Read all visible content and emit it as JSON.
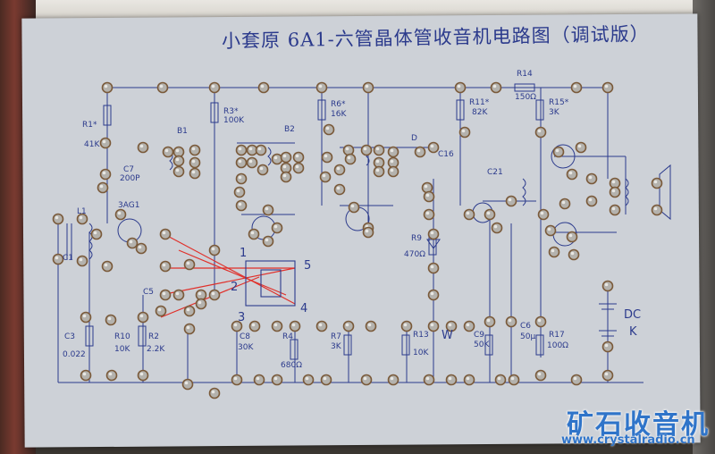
{
  "title": "小套原 6A1-六管晶体管收音机电路图（调试版）",
  "labels": {
    "r1": "R1*",
    "r1v": "41K",
    "c7": "C7",
    "c7v": "200P",
    "t1": "3AG1",
    "l1": "L1",
    "c1": "C1",
    "b1": "B1",
    "r3": "R3*",
    "r3v": "100K",
    "b2": "B2",
    "r6": "R6*",
    "r6v": "16K",
    "d": "D",
    "c16": "C16",
    "r11": "R11*",
    "r11v": "82K",
    "r14": "R14",
    "r14v": "150Ω",
    "r15": "R15*",
    "r15v": "3K",
    "c21": "C21",
    "r9": "R9",
    "r9v": "470Ω",
    "c3": "C3",
    "c3v": "0.022",
    "r10": "R10",
    "r10v": "10K",
    "r2": "R2",
    "r2v": "2.2K",
    "c5": "C5",
    "c8": "C8",
    "c8v": "30K",
    "r4": "R4",
    "r4v": "680Ω",
    "r7": "R7",
    "r7v": "3K",
    "r13": "R13",
    "r13v": "10K",
    "w": "W",
    "c9": "C9",
    "c9v": "50K",
    "r17": "R17",
    "r17v": "100Ω",
    "c6": "C6",
    "c6v": "50μ",
    "dc": "DC",
    "k": "K",
    "pin1": "1",
    "pin2": "2",
    "pin3": "3",
    "pin4": "4",
    "pin5": "5"
  },
  "watermark": {
    "cn": "矿石收音机",
    "url": "www.crystalradio.cn"
  },
  "colors": {
    "ink": "#2b3a8c",
    "board": "#cdd1d7",
    "redline": "#e0302a",
    "watermark": "#2f74c9"
  }
}
